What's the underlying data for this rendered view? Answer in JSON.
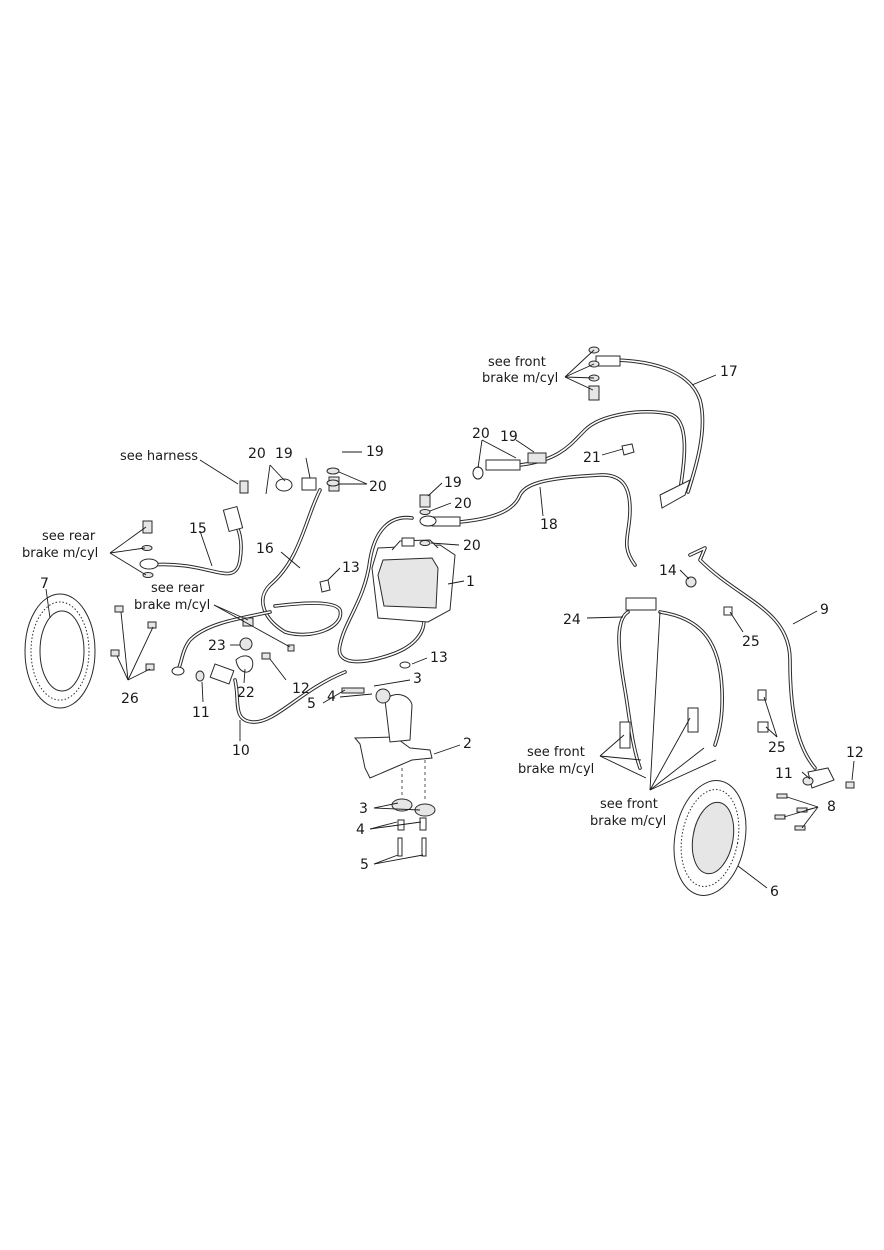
{
  "callouts": {
    "c1": "1",
    "c2": "2",
    "c3a": "3",
    "c3b": "3",
    "c4a": "4",
    "c4b": "4",
    "c5a": "5",
    "c5b": "5",
    "c6": "6",
    "c7": "7",
    "c8": "8",
    "c9": "9",
    "c10": "10",
    "c11a": "11",
    "c11b": "11",
    "c12a": "12",
    "c12b": "12",
    "c13a": "13",
    "c13b": "13",
    "c14": "14",
    "c15": "15",
    "c16": "16",
    "c17": "17",
    "c18": "18",
    "c19a": "19",
    "c19b": "19",
    "c19c": "19",
    "c19d": "19",
    "c20a": "20",
    "c20b": "20",
    "c20c": "20",
    "c20d": "20",
    "c20e": "20",
    "c21": "21",
    "c22": "22",
    "c23": "23",
    "c24": "24",
    "c25a": "25",
    "c25b": "25",
    "c26": "26"
  },
  "notes": {
    "see_harness": "see harness",
    "see_rear_1": "see rear",
    "brake_mcyl_1": "brake m/cyl",
    "see_rear_2": "see rear",
    "brake_mcyl_2": "brake m/cyl",
    "see_front_1": "see front",
    "brake_mcyl_3": "brake m/cyl",
    "see_front_2": "see front",
    "brake_mcyl_4": "brake m/cyl",
    "see_front_3": "see front",
    "brake_mcyl_5": "brake m/cyl"
  }
}
